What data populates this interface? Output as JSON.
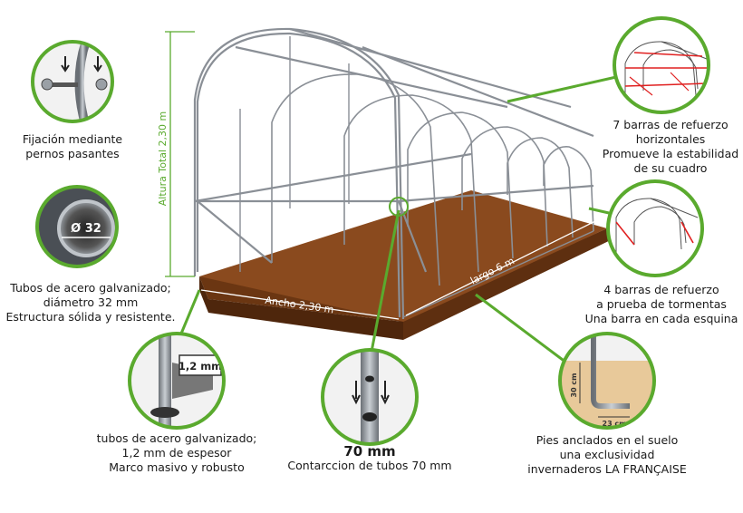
{
  "dimensions": {
    "height": "Altura Total 2,30 m",
    "width": "Ancho 2,30 m",
    "length": "largo 6 m"
  },
  "callouts": {
    "bolts": {
      "lines": [
        "Fijación mediante",
        "pernos pasantes"
      ]
    },
    "tubes": {
      "lines": [
        "Tubos de acero galvanizado;",
        "diámetro 32 mm",
        "Estructura sólida y resistente."
      ],
      "badge": "Ø 32"
    },
    "thickness": {
      "lines": [
        "tubos de acero galvanizado;",
        "1,2 mm de espesor",
        "Marco masivo y robusto"
      ],
      "badge": "1,2 mm"
    },
    "contraction": {
      "title": "70 mm",
      "lines": [
        "Contarccion de tubos 70 mm"
      ]
    },
    "horizontal_bars": {
      "lines": [
        "7 barras de refuerzo",
        "horizontales",
        "Promueve la estabilidad",
        "de su cuadro"
      ]
    },
    "storm_bars": {
      "lines": [
        "4 barras de refuerzo",
        "a prueba de tormentas",
        "Una barra en cada esquina"
      ]
    },
    "feet": {
      "lines": [
        "Pies anclados en el suelo",
        "una exclusividad",
        "invernaderos LA FRANÇAISE"
      ],
      "depth_label": "30 cm",
      "length_label": "23 cm"
    }
  },
  "colors": {
    "accent": "#5aaa2e",
    "soil": "#8a4a1e",
    "soil_dark": "#5e2f10",
    "frame": "#8a8f96"
  }
}
